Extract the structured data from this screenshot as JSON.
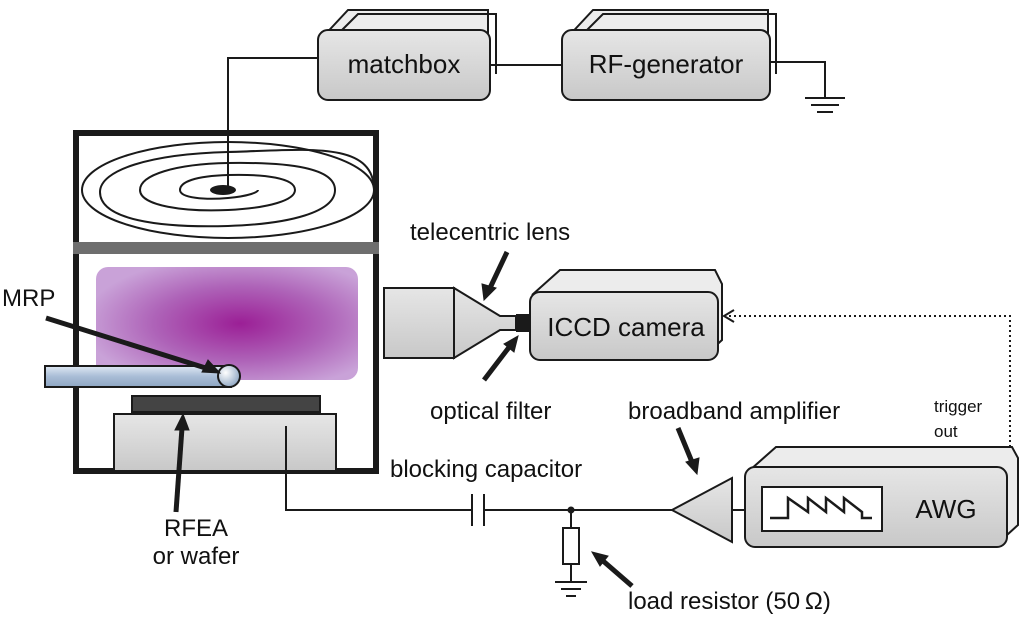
{
  "labels": {
    "matchbox": "matchbox",
    "rf_generator": "RF-generator",
    "telecentric_lens": "telecentric lens",
    "iccd_camera": "ICCD camera",
    "mrp": "MRP",
    "optical_filter": "optical filter",
    "broadband_amplifier": "broadband amplifier",
    "trigger_line1": "trigger",
    "trigger_line2": "out",
    "blocking_capacitor": "blocking capacitor",
    "awg": "AWG",
    "rfea_line1": "RFEA",
    "rfea_line2": "or wafer",
    "load_resistor": "load resistor (50 Ω)"
  },
  "colors": {
    "plasma_center": "#9b1f96",
    "plasma_edge": "#b98bd0",
    "box_fill": "#d4d4d4",
    "box_back": "#ececec",
    "probe_fill": "#b9cbe0",
    "window_bar": "#6e6e6e",
    "stroke": "#1a1a1a"
  }
}
